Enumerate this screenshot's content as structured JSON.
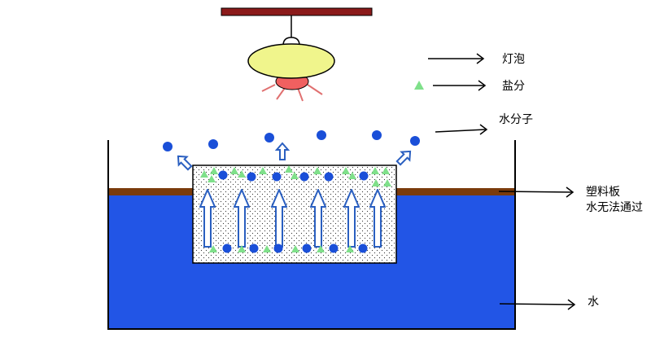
{
  "labels": {
    "bulb": "灯泡",
    "salt": "盐分",
    "water_molecule": "水分子",
    "plastic_board_line1": "塑料板",
    "plastic_board_line2": "水无法通过",
    "water": "水"
  },
  "colors": {
    "water": "#2255e6",
    "plastic_board": "#7a3b0c",
    "ceiling_bar": "#8b1a1a",
    "lamp_shade": "#f0f58c",
    "bulb_glow": "#f06060",
    "light_rays": "#e07070",
    "salt": "#7fe08a",
    "molecule": "#1a4fd8",
    "arrow_outline": "#2a5fc0",
    "container_border": "#000000"
  },
  "icons": {
    "salt_marker": "green-triangle",
    "water_marker": "blue-dot",
    "flow_marker": "hollow-up-arrow"
  }
}
